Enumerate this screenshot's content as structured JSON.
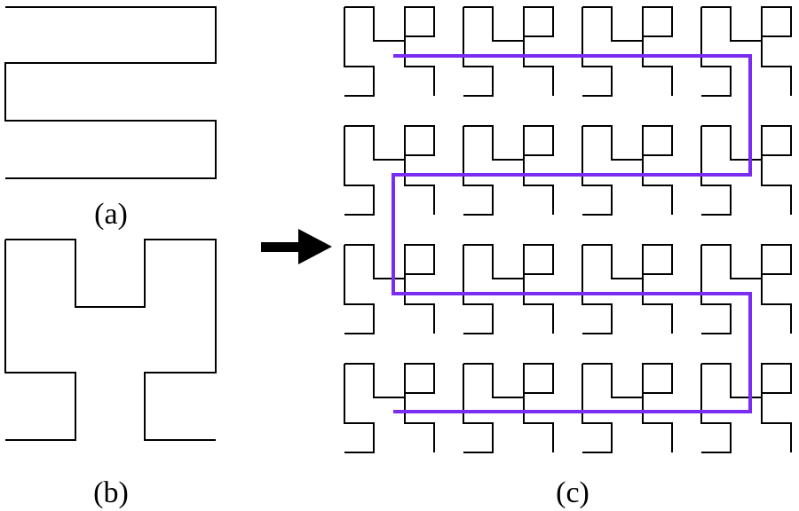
{
  "figure": {
    "panel_a": {
      "label": "(a)"
    },
    "panel_b": {
      "label": "(b)"
    },
    "panel_c": {
      "label": "(c)"
    }
  },
  "colors": {
    "line": "#000000",
    "path": "#7a2cf0",
    "background": "#ffffff"
  },
  "icons": {
    "arrow": "right-arrow-icon"
  }
}
